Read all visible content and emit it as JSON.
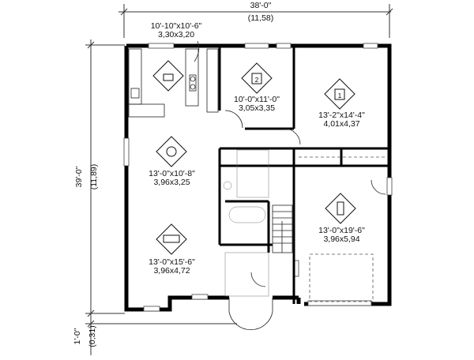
{
  "dimensions": {
    "overall_width_imperial": "38'-0\"",
    "overall_width_metric": "(11,58)",
    "overall_depth_imperial": "39'-0\"",
    "overall_depth_metric": "(11,89)",
    "offset_imperial": "1'-0\"",
    "offset_metric": "(0,31)"
  },
  "rooms": [
    {
      "name": "kitchen",
      "icon": "cooking-pot-icon",
      "imperial": "10'-10\"x10'-6\"",
      "metric": "3,30x3,20"
    },
    {
      "name": "bedroom-2",
      "icon": "bed-2-icon",
      "imperial": "10'-0\"x11'-0\"",
      "metric": "3,05x3,35"
    },
    {
      "name": "bedroom-1",
      "icon": "bed-1-icon",
      "imperial": "13'-2\"x14'-4\"",
      "metric": "4,01x4,37"
    },
    {
      "name": "dining",
      "icon": "plate-cutlery-icon",
      "imperial": "13'-0\"x10'-8\"",
      "metric": "3,96x3,25"
    },
    {
      "name": "living",
      "icon": "sofa-icon",
      "imperial": "13'-0\"x15'-6\"",
      "metric": "3,96x4,72"
    },
    {
      "name": "garage",
      "icon": "car-icon",
      "imperial": "13'-0\"x19'-6\"",
      "metric": "3,96x5,94"
    }
  ]
}
